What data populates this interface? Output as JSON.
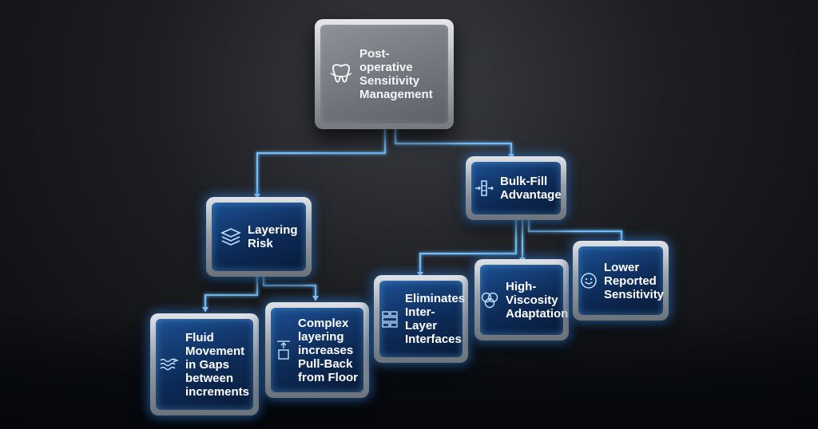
{
  "diagram": {
    "root": {
      "label": "Post-operative Sensitivity Management",
      "icon": "tooth-icon"
    },
    "branches": [
      {
        "label": "Layering Risk",
        "icon": "layers-icon",
        "children": [
          {
            "label": "Fluid Movement in Gaps between increments",
            "icon": "waves-arrow-icon"
          },
          {
            "label": "Complex layering increases Pull-Back from Floor",
            "icon": "pullback-icon"
          }
        ]
      },
      {
        "label": "Bulk-Fill Advantage",
        "icon": "bulk-fill-icon",
        "children": [
          {
            "label": "Eliminates Inter-Layer Interfaces",
            "icon": "blocks-icon"
          },
          {
            "label": "High-Viscosity Adaptation",
            "icon": "viscosity-icon"
          },
          {
            "label": "Lower Reported Sensitivity",
            "icon": "smile-icon"
          }
        ]
      }
    ]
  },
  "colors": {
    "glow": "#4aa8ff",
    "node_face": "#0d2b57",
    "root_face": "#6f747b"
  }
}
